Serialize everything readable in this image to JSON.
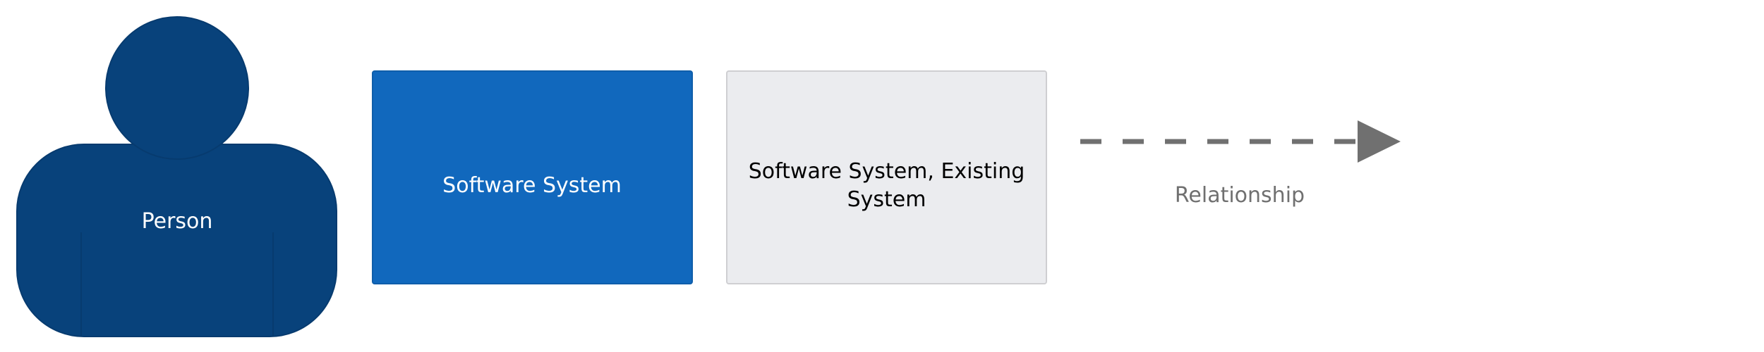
{
  "diagram": {
    "elements": {
      "person": {
        "label": "Person"
      },
      "software_system": {
        "label": "Software System"
      },
      "existing_system": {
        "label": "Software System, Existing System"
      }
    },
    "relationship": {
      "label": "Relationship"
    }
  },
  "colors": {
    "person_fill": "#08427B",
    "person_stroke": "#073B6F",
    "software_system_fill": "#1168BD",
    "software_system_stroke": "#0F5EAA",
    "existing_system_fill": "#EBECEF",
    "existing_system_stroke": "#CFCFD2",
    "relationship_color": "#707070",
    "light_text": "#FFFFFF",
    "dark_text": "#000000",
    "muted_text": "#707070"
  }
}
